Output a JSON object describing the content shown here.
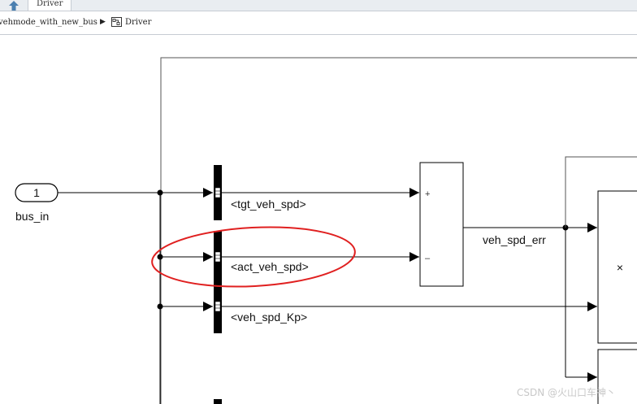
{
  "tabs": [
    {
      "label": "Driver"
    }
  ],
  "breadcrumb": {
    "model": "vehmode_with_new_bus",
    "current": "Driver"
  },
  "diagram": {
    "inport": {
      "number": "1",
      "name": "bus_in"
    },
    "signals": {
      "tgt": "<tgt_veh_spd>",
      "act": "<act_veh_spd>",
      "kp": "<veh_spd_Kp>",
      "err": "veh_spd_err"
    },
    "sum_signs": {
      "plus": "+",
      "minus": "–"
    },
    "product_symbol": "×",
    "annotation_color": "#e02020"
  },
  "watermark": "CSDN @火山口车神丶"
}
